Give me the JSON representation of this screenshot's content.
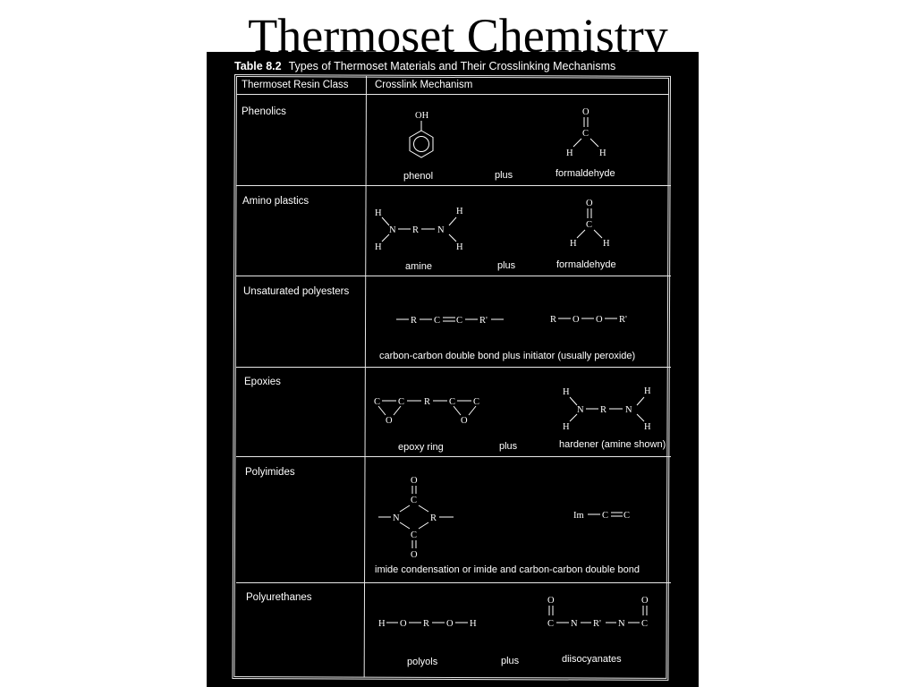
{
  "slide": {
    "title": "Thermoset Chemistry"
  },
  "table": {
    "number": "Table 8.2",
    "caption": "Types of Thermoset Materials and Their Crosslinking Mechanisms",
    "columns": [
      "Thermoset Resin Class",
      "Crosslink Mechanism"
    ],
    "rows": [
      {
        "name": "Phenolics",
        "captions": [
          "phenol",
          "plus",
          "formaldehyde"
        ],
        "structures": {
          "phenol": {
            "oh": "OH"
          },
          "formaldehyde": {
            "o": "O",
            "c": "C",
            "h1": "H",
            "h2": "H"
          }
        }
      },
      {
        "name": "Amino plastics",
        "captions": [
          "amine",
          "plus",
          "formaldehyde"
        ],
        "structures": {
          "amine": {
            "h1": "H",
            "h2": "H",
            "h3": "H",
            "h4": "H",
            "n1": "N",
            "r": "R",
            "n2": "N"
          },
          "formaldehyde": {
            "o": "O",
            "c": "C",
            "h1": "H",
            "h2": "H"
          }
        }
      },
      {
        "name": "Unsaturated polyesters",
        "captions": [
          "carbon-carbon double bond plus initiator (usually peroxide)"
        ],
        "structures": {
          "double_bond": {
            "r": "R",
            "c1": "C",
            "c2": "C",
            "r2": "R'"
          },
          "peroxide": {
            "r": "R",
            "o1": "O",
            "o2": "O",
            "r2": "R'"
          }
        }
      },
      {
        "name": "Epoxies",
        "captions": [
          "epoxy ring",
          "plus",
          "hardener (amine shown)"
        ],
        "structures": {
          "epoxy": {
            "c1": "C",
            "c2": "C",
            "o1": "O",
            "r": "R",
            "c3": "C",
            "c4": "C",
            "o2": "O"
          },
          "hardener": {
            "h1": "H",
            "h2": "H",
            "h3": "H",
            "h4": "H",
            "n1": "N",
            "r": "R",
            "n2": "N"
          }
        }
      },
      {
        "name": "Polyimides",
        "captions": [
          "imide condensation or imide and carbon-carbon double bond"
        ],
        "structures": {
          "imide": {
            "o1": "O",
            "c1": "C",
            "n": "N",
            "r": "R",
            "c2": "C",
            "o2": "O"
          },
          "im": {
            "im": "Im",
            "c1": "C",
            "c2": "C"
          }
        }
      },
      {
        "name": "Polyurethanes",
        "captions": [
          "polyols",
          "plus",
          "diisocyanates"
        ],
        "structures": {
          "polyol": {
            "h1": "H",
            "o1": "O",
            "r": "R",
            "o2": "O",
            "h2": "H"
          },
          "diisocyanate": {
            "o1": "O",
            "o2": "O",
            "c1": "C",
            "n1": "N",
            "r": "R'",
            "n2": "N",
            "c2": "C"
          }
        }
      }
    ]
  }
}
